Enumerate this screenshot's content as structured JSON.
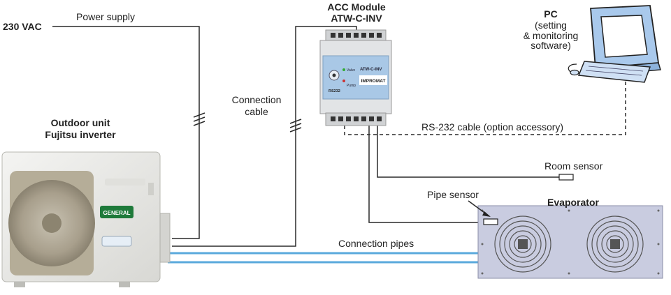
{
  "power": {
    "voltage": "230 VAC",
    "label": "Power supply"
  },
  "outdoor_unit": {
    "title_line1": "Outdoor unit",
    "title_line2": "Fujitsu inverter",
    "brand": "GENERAL"
  },
  "acc_module": {
    "title_line1": "ACC Module",
    "title_line2": "ATW-C-INV",
    "face_model": "ATW-C-INV",
    "face_brand": "IMPROMAT",
    "face_port": "RS232",
    "face_valve": "Valve",
    "face_pump": "Pump"
  },
  "connection_cable": {
    "line1": "Connection",
    "line2": "cable"
  },
  "pc": {
    "title": "PC",
    "line1": "(setting",
    "line2": "& monitoring",
    "line3": "software)"
  },
  "rs232": {
    "label": "RS-232 cable (option accessory)"
  },
  "room_sensor": {
    "label": "Room sensor"
  },
  "pipe_sensor": {
    "label": "Pipe sensor"
  },
  "evaporator": {
    "label": "Evaporator"
  },
  "pipes": {
    "label": "Connection pipes"
  },
  "colors": {
    "pipe": "#5aa9dc",
    "evaporator": "#c9cce0",
    "module": "#e2e4e6",
    "module_face": "#a9c8e6",
    "pc": "#a9c9ec"
  }
}
